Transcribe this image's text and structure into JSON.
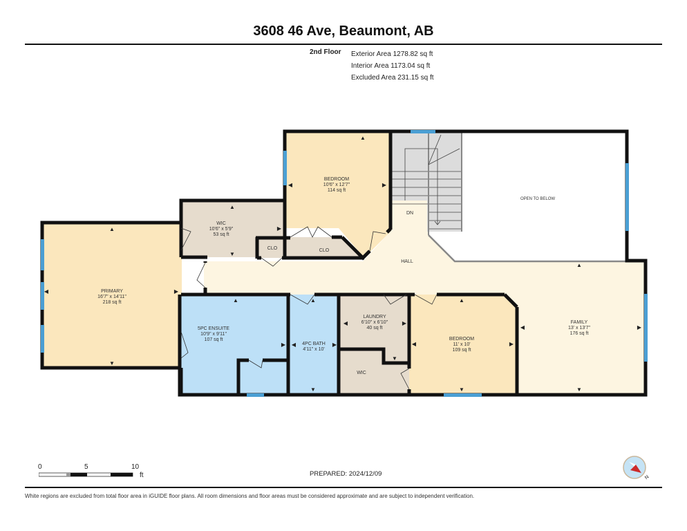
{
  "header": {
    "title": "3608 46 Ave, Beaumont, AB",
    "floor": "2nd Floor",
    "areas": [
      "Exterior Area 1278.82 sq ft",
      "Interior Area 1173.04 sq ft",
      "Excluded Area 231.15 sq ft"
    ]
  },
  "rooms": {
    "primary": {
      "name": "PRIMARY",
      "dims": "16'7\" x 14'11\"",
      "area": "218 sq ft"
    },
    "wic_top": {
      "name": "WIC",
      "dims": "10'6\" x 5'9\"",
      "area": "53 sq ft"
    },
    "clo_small": {
      "name": "CLO"
    },
    "clo_long": {
      "name": "CLO"
    },
    "bedroom_top": {
      "name": "BEDROOM",
      "dims": "10'6\" x 12'7\"",
      "area": "114 sq ft"
    },
    "stairs": {
      "label": "DN"
    },
    "open_below": {
      "name": "OPEN TO BELOW"
    },
    "hall": {
      "name": "HALL"
    },
    "ensuite": {
      "name": "5PC ENSUITE",
      "dims": "10'9\" x 9'11\"",
      "area": "107 sq ft"
    },
    "bath": {
      "name": "4PC BATH",
      "dims": "4'11\" x 10'"
    },
    "laundry": {
      "name": "LAUNDRY",
      "dims": "6'10\" x 6'10\"",
      "area": "40 sq ft"
    },
    "wic_bottom": {
      "name": "WIC"
    },
    "bedroom_bottom": {
      "name": "BEDROOM",
      "dims": "11' x 10'",
      "area": "109 sq ft"
    },
    "family": {
      "name": "FAMILY",
      "dims": "13' x 13'7\"",
      "area": "176 sq ft"
    }
  },
  "scale": {
    "ticks": [
      "0",
      "5",
      "10"
    ],
    "unit": "ft"
  },
  "footer": {
    "prepared": "PREPARED: 2024/12/09",
    "disclaimer": "White regions are excluded from total floor area in iGUIDE floor plans. All room dimensions and floor areas must be considered approximate and are subject to independent verification.",
    "compass_label": "N"
  },
  "colors": {
    "bedroom": "#fbe7bd",
    "hall": "#fdf5e1",
    "closet": "#e6dccd",
    "bath": "#bde0f7",
    "stairs": "#dcdcdc",
    "window": "#4a9fd4",
    "wall": "#111111"
  }
}
